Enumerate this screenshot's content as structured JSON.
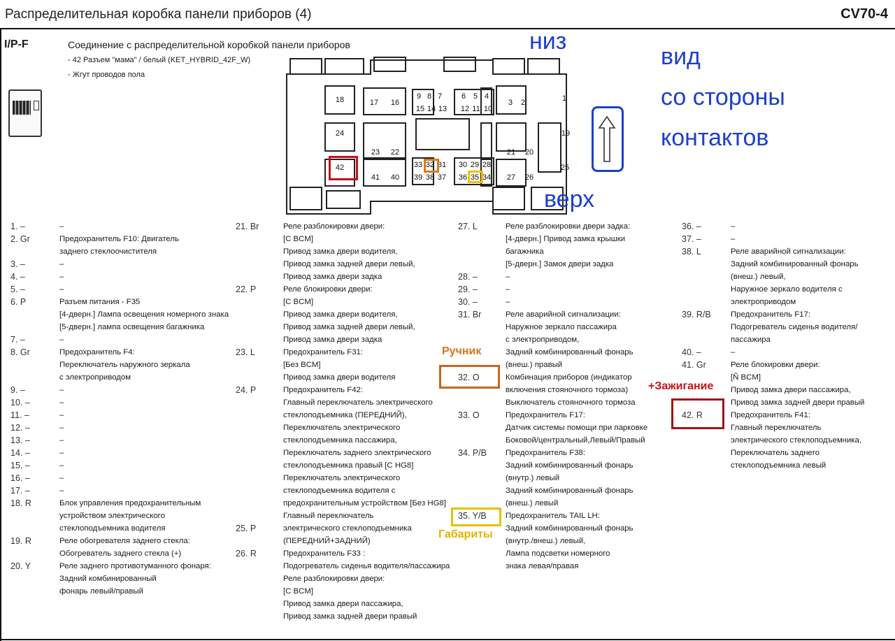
{
  "header": {
    "title": "Распределительная коробка панели приборов (4)",
    "code": "CV70-4"
  },
  "connector": {
    "id": "I/P-F",
    "title": "Соединение с распределительной коробкой панели приборов",
    "sub1": "- 42 Разъем \"мама\" / белый (KET_HYBRID_42F_W)",
    "sub2": "- Жгут проводов пола"
  },
  "annotations": {
    "bottom": "низ",
    "view1": "вид",
    "view2": "со стороны",
    "view3": "контактов",
    "top": "верх",
    "handbrake": "Ручник",
    "ignition": "+Зажигание",
    "dimensions": "Габариты"
  },
  "diagram": {
    "labels": [
      "18",
      "17",
      "16",
      "9",
      "8",
      "7",
      "6",
      "5",
      "4",
      "3",
      "2",
      "1",
      "15",
      "14",
      "13",
      "12",
      "11",
      "10",
      "24",
      "19",
      "23",
      "22",
      "21",
      "20",
      "42",
      "33",
      "32",
      "31",
      "30",
      "29",
      "28",
      "25",
      "41",
      "40",
      "39",
      "38",
      "37",
      "36",
      "35",
      "34",
      "27",
      "26"
    ]
  },
  "col1": [
    {
      "pin": "1. –",
      "desc": [
        "–"
      ]
    },
    {
      "pin": "2. Gr",
      "desc": [
        "Предохранитель F10: Двигатель",
        "заднего стеклоочистителя"
      ]
    },
    {
      "pin": "3. –",
      "desc": [
        "–"
      ]
    },
    {
      "pin": "4. –",
      "desc": [
        "–"
      ]
    },
    {
      "pin": "5. –",
      "desc": [
        "–"
      ]
    },
    {
      "pin": "6. P",
      "desc": [
        "Разъем питания - F35",
        "[4-дверн.] Лампа освещения номерного знака",
        "[5-дверн.] лампа освещения багажника"
      ]
    },
    {
      "pin": "7. –",
      "desc": [
        "–"
      ]
    },
    {
      "pin": "8. Gr",
      "desc": [
        "Предохранитель F4:",
        "Переключатель наружного зеркала",
        "с электроприводом"
      ]
    },
    {
      "pin": "9. –",
      "desc": [
        "–"
      ]
    },
    {
      "pin": "10. –",
      "desc": [
        "–"
      ]
    },
    {
      "pin": "11. –",
      "desc": [
        "–"
      ]
    },
    {
      "pin": "12. –",
      "desc": [
        "–"
      ]
    },
    {
      "pin": "13. –",
      "desc": [
        "–"
      ]
    },
    {
      "pin": "14. –",
      "desc": [
        "–"
      ]
    },
    {
      "pin": "15. –",
      "desc": [
        "–"
      ]
    },
    {
      "pin": "16. –",
      "desc": [
        "–"
      ]
    },
    {
      "pin": "17. –",
      "desc": [
        "–"
      ]
    },
    {
      "pin": "18. R",
      "desc": [
        "Блок управления предохранительным",
        "устройством электрического",
        "стеклоподъемника водителя"
      ]
    },
    {
      "pin": "19. R",
      "desc": [
        "Реле обогревателя заднего стекла:",
        "Обогреватель заднего стекла (+)"
      ]
    },
    {
      "pin": "20. Y",
      "desc": [
        "Реле заднего противотуманного фонаря:",
        "Задний комбинированный",
        "фонарь левый/правый"
      ]
    }
  ],
  "col2": [
    {
      "pin": "21. Br",
      "desc": [
        "Реле разблокировки двери:",
        "[С BCM]",
        "Привод замка двери водителя,",
        "Привод замка задней двери левый,",
        "Привод замка двери задка"
      ]
    },
    {
      "pin": "22. P",
      "desc": [
        "Реле блокировки двери:",
        "[С BCM]",
        "Привод замка двери водителя,",
        "Привод замка задней двери левый,",
        "Привод замка двери задка"
      ]
    },
    {
      "pin": "23. L",
      "desc": [
        "Предохранитель F31:",
        "[Без BCM]",
        "Привод замка двери водителя"
      ]
    },
    {
      "pin": "24. P",
      "desc": [
        "Предохранитель F42:",
        "Главный переключатель электрического",
        "стеклоподъемника (ПЕРЕДНИЙ),",
        "Переключатель электрического",
        "стеклоподъемника пассажира,",
        "Переключатель заднего электрического",
        "стеклоподъемника правый [С HG8]",
        "Переключатель электрического",
        "стеклоподъемника водителя с",
        "предохранительным устройством [Без HG8]",
        "Главный переключатель",
        "электрического стеклоподъемника",
        "(ПЕРЕДНИЙ+ЗАДНИЙ)"
      ]
    },
    {
      "pin": "25. P",
      "desc": []
    },
    {
      "pin": "26. R",
      "desc": [
        "Предохранитель F33 :",
        "Подогреватель сиденья водителя/пассажира",
        "Реле разблокировки двери:",
        "[С BCM]",
        "Привод замка двери пассажира,",
        "Привод замка задней двери правый"
      ]
    }
  ],
  "col3": [
    {
      "pin": "27. L",
      "desc": [
        "Реле разблокировки двери задка:",
        "[4-дверн.] Привод замка крышки",
        "багажника",
        "[5-дверн.] Замок двери задка"
      ]
    },
    {
      "pin": "28. –",
      "desc": [
        "–"
      ]
    },
    {
      "pin": "29. –",
      "desc": [
        "–"
      ]
    },
    {
      "pin": "30. –",
      "desc": [
        "–"
      ]
    },
    {
      "pin": "31. Br",
      "desc": [
        "Реле аварийной сигнализации:",
        "Наружное зеркало пассажира",
        "с электроприводом,",
        "Задний комбинированный фонарь",
        "(внеш.) правый"
      ]
    },
    {
      "pin": "32. O",
      "desc": [
        "Комбинация приборов (индикатор",
        "включения стояночного тормоза)",
        "Выключатель стояночного тормоза"
      ]
    },
    {
      "pin": "33. O",
      "desc": [
        "Предохранитель F17:",
        "Датчик системы помощи при парковке",
        "Боковой/центральный,Левый/Правый"
      ]
    },
    {
      "pin": "34. P/B",
      "desc": [
        "Предохранитель F38:",
        "Задний комбинированный фонарь",
        "(внутр.) левый",
        "Задний комбинированный фонарь",
        "(внеш.) левый"
      ]
    },
    {
      "pin": "35. Y/B",
      "desc": [
        "Предохранитель TAIL LH:",
        "Задний комбинированный фонарь",
        "(внутр./внеш.) левый,",
        "Лампа подсветки номерного",
        "знака левая/правая"
      ]
    }
  ],
  "col4": [
    {
      "pin": "36. –",
      "desc": [
        "–"
      ]
    },
    {
      "pin": "37. –",
      "desc": [
        "–"
      ]
    },
    {
      "pin": "38. L",
      "desc": [
        "Реле аварийной сигнализации:",
        "Задний комбинированный фонарь",
        "(внеш.) левый,",
        "Наружное зеркало водителя с",
        "электроприводом"
      ]
    },
    {
      "pin": "39. R/B",
      "desc": [
        "Предохранитель F17:",
        "Подогреватель сиденья водителя/",
        "пассажира"
      ]
    },
    {
      "pin": "40. –",
      "desc": [
        "–"
      ]
    },
    {
      "pin": "41. Gr",
      "desc": [
        "Реле блокировки двери:",
        "[Ñ BCM]",
        "Привод замка двери пассажира,",
        "Привод замка задней двери правый"
      ]
    },
    {
      "pin": "42. R",
      "desc": [
        "Предохранитель F41:",
        "Главный переключатель",
        "электрического стеклоподъемника,",
        "Переключатель заднего",
        "стеклоподъемника левый"
      ]
    }
  ]
}
